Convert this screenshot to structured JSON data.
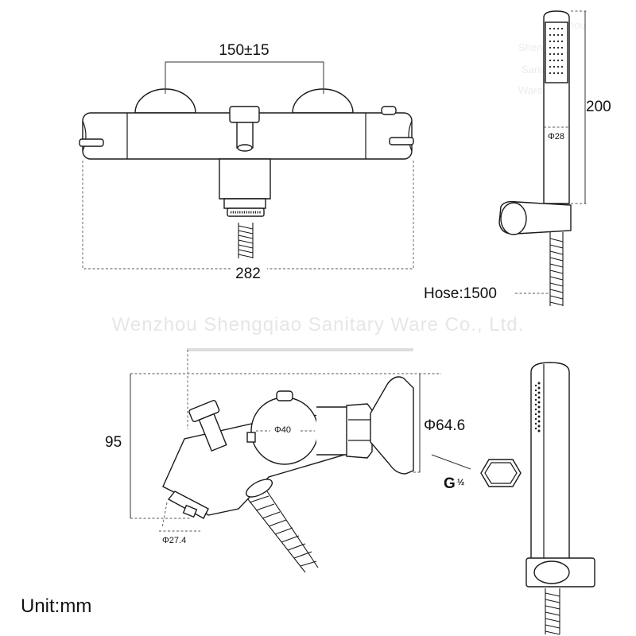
{
  "labels": {
    "dim_150": "150±15",
    "dim_282": "282",
    "dim_200": "200",
    "dim_phi28": "Φ28",
    "hose": "Hose:1500",
    "dim_95": "95",
    "dim_phi40": "Φ40",
    "dim_phi646": "Φ64.6",
    "thread_g": "G",
    "thread_frac": "½",
    "dim_phi274": "Φ27.4",
    "unit": "Unit:mm"
  },
  "watermark": {
    "company": "Wenzhou Shengqiao Sanitary Ware Co., Ltd.",
    "small_lines": [
      "Wenzhou",
      "Shengqiao",
      "Sanitary",
      "Ware"
    ]
  }
}
